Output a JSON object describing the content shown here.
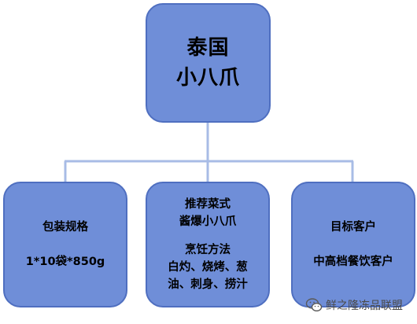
{
  "root": {
    "lines": [
      "泰国",
      "小八爪"
    ]
  },
  "children": [
    {
      "lines": [
        "包装规格",
        "1*10袋*850g"
      ]
    },
    {
      "lines": [
        "推荐菜式",
        "酱爆小八爪",
        "烹饪方法",
        "白灼、烧烤、葱",
        "油、刺身、捞汁"
      ]
    },
    {
      "lines": [
        "目标客户",
        "中高档餐饮客户"
      ]
    }
  ],
  "watermark": {
    "text": "鲜之隆冻品联盟",
    "icon": "wechat-icon"
  },
  "colors": {
    "box_fill": "#6f8ed8",
    "box_border": "#4f6fc0",
    "connector": "#a8bce6"
  }
}
